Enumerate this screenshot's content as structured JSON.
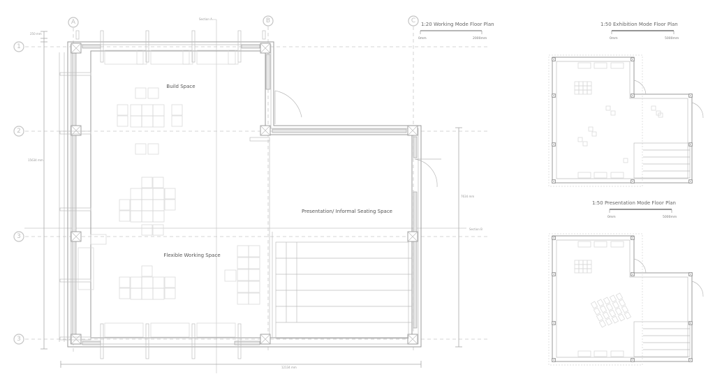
{
  "main_plan": {
    "title": "1:20 Working Mode Floor Plan",
    "scale_start": "0mm",
    "scale_end": "2000mm",
    "grid_columns": [
      "A",
      "B",
      "C"
    ],
    "grid_rows": [
      "1",
      "2",
      "3",
      "3"
    ],
    "section_a": "Section A",
    "section_b": "Section B",
    "dimensions": {
      "wall": "250 mm",
      "height_total": "15634 mm",
      "height_wing": "7634 mm",
      "width_total": "12134 mm"
    },
    "rooms": {
      "build": "Build Space",
      "flexible": "Flexible Working Space",
      "presentation": "Presentation/ Informal Seating  Space"
    }
  },
  "exhibition_plan": {
    "title": "1:50 Exhibition Mode Floor Plan",
    "scale_start": "0mm",
    "scale_end": "5000mm"
  },
  "presentation_plan": {
    "title": "1:50 Presentation Mode Floor Plan",
    "scale_start": "0mm",
    "scale_end": "5000mm"
  },
  "colors": {
    "line": "#9a9a9a",
    "grid": "#c8c8c8",
    "text": "#555555"
  }
}
